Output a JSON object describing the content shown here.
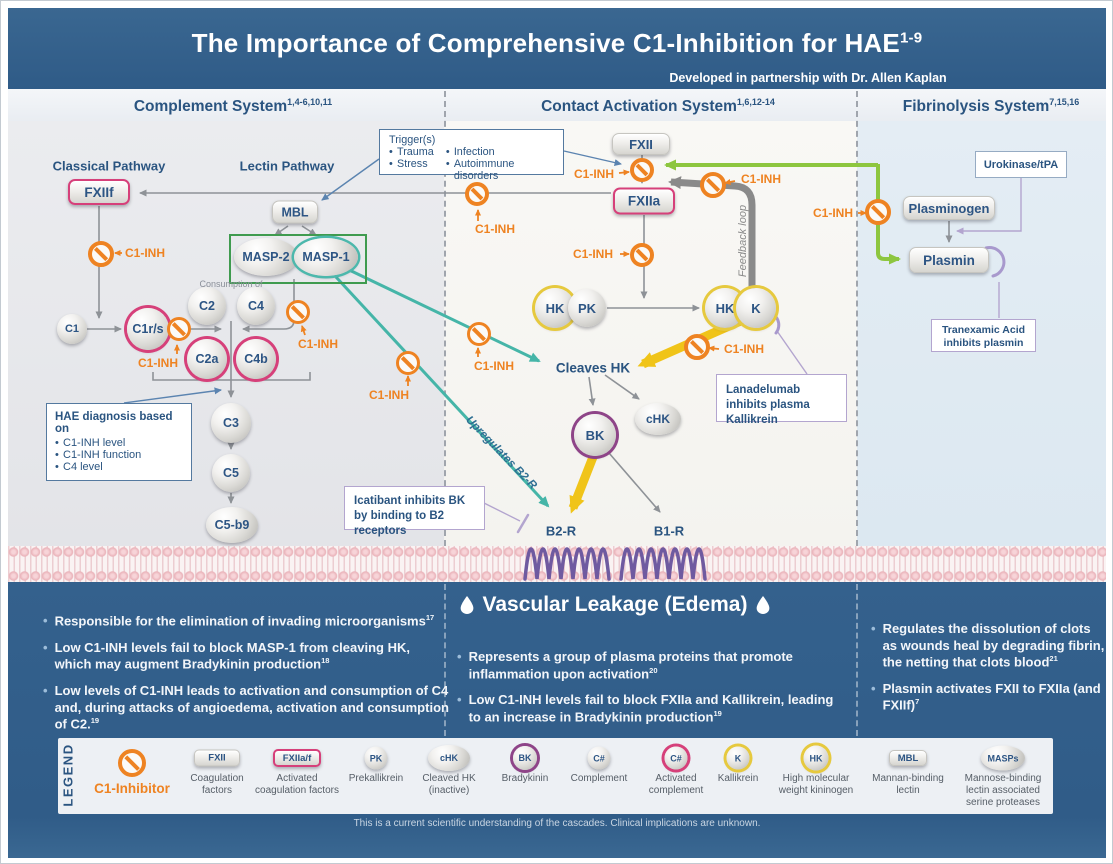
{
  "banner": {
    "title": "The Importance of Comprehensive C1-Inhibition for HAE",
    "title_ref": "1-9",
    "subtitle": "Developed in partnership with Dr. Allen Kaplan"
  },
  "headers": {
    "complement": {
      "label": "Complement System",
      "ref": "1,4-6,10,11"
    },
    "contact": {
      "label": "Contact Activation System",
      "ref": "1,6,12-14"
    },
    "fibrinolysis": {
      "label": "Fibrinolysis System",
      "ref": "7,15,16"
    }
  },
  "labels": {
    "c1_inh": "C1-INH",
    "classical_pathway": "Classical Pathway",
    "lectin_pathway": "Lectin Pathway",
    "consumption_of": "Consumption of",
    "cleaves_hk": "Cleaves HK",
    "feedback_loop": "Feedback loop",
    "upregulates": "Upregulates B2-R",
    "b2r": "B2-R",
    "b1r": "B1-R"
  },
  "nodes": {
    "fxiif": "FXIIf",
    "mbl": "MBL",
    "masp2": "MASP-2",
    "masp1": "MASP-1",
    "c1": "C1",
    "c1rs": "C1r/s",
    "c2": "C2",
    "c4": "C4",
    "c2a": "C2a",
    "c4b": "C4b",
    "c3": "C3",
    "c5": "C5",
    "c5b9": "C5-b9",
    "fxii": "FXII",
    "fxiia": "FXIIa",
    "hk": "HK",
    "pk": "PK",
    "k": "K",
    "bk": "BK",
    "chk": "cHK",
    "plasminogen": "Plasminogen",
    "plasmin": "Plasmin"
  },
  "boxes": {
    "trigger": {
      "title": "Trigger(s)",
      "col1": [
        "Trauma",
        "Stress"
      ],
      "col2": [
        "Infection",
        "Autoimmune disorders"
      ]
    },
    "hae": {
      "title": "HAE diagnosis based on",
      "items": [
        "C1-INH level",
        "C1-INH function",
        "C4 level"
      ]
    },
    "lanadelumab": "Lanadelumab inhibits plasma Kallikrein",
    "icatibant": "Icatibant inhibits BK by binding to B2 receptors",
    "urokinase": "Urokinase/tPA",
    "tranexamic": "Tranexamic Acid inhibits plasmin"
  },
  "vascular_title": "Vascular Leakage (Edema)",
  "bullets": {
    "left": [
      {
        "text": "Responsible for the elimination of invading microorganisms",
        "ref": "17"
      },
      {
        "text": "Low C1-INH levels fail to block MASP-1 from cleaving HK, which may augment Bradykinin production",
        "ref": "18"
      },
      {
        "text": "Low levels of C1-INH leads to activation and consumption of C4 and, during attacks of angioedema, activation and consumption of C2.",
        "ref": "19"
      }
    ],
    "middle": [
      {
        "text": "Represents a group of plasma proteins that promote inflammation upon activation",
        "ref": "20"
      },
      {
        "text": "Low C1-INH levels fail to block FXIIa and Kallikrein, leading to an increase in Bradykinin production",
        "ref": "19"
      }
    ],
    "right": [
      {
        "text": "Regulates the dissolution of clots as wounds heal by degrading fibrin, the netting that clots blood",
        "ref": "21"
      },
      {
        "text": "Plasmin activates FXII to FXIIa (and FXIIf)",
        "ref": "7"
      }
    ]
  },
  "legend": {
    "title": "LEGEND",
    "items": [
      {
        "icon": "",
        "label": "C1-Inhibitor"
      },
      {
        "icon": "FXII",
        "label": "Coagulation factors"
      },
      {
        "icon": "FXIIa/f",
        "label": "Activated coagulation factors"
      },
      {
        "icon": "PK",
        "label": "Prekallikrein"
      },
      {
        "icon": "cHK",
        "label": "Cleaved HK (inactive)"
      },
      {
        "icon": "BK",
        "label": "Bradykinin"
      },
      {
        "icon": "C#",
        "label": "Complement"
      },
      {
        "icon": "C#",
        "label": "Activated complement"
      },
      {
        "icon": "K",
        "label": "Kallikrein"
      },
      {
        "icon": "HK",
        "label": "High molecular weight kininogen"
      },
      {
        "icon": "MBL",
        "label": "Mannan-binding lectin"
      },
      {
        "icon": "MASPs",
        "label": "Mannose-binding lectin associated serine proteases"
      }
    ]
  },
  "footer": {
    "disclaimer": "This is a current scientific understanding of the cascades. Clinical implications are unknown."
  },
  "colors": {
    "banner_navy": "#2f5b87",
    "text_navy": "#2a5480",
    "orange": "#ee8322",
    "pink": "#d6407a",
    "teal": "#45b5a8",
    "green": "#8dc63f",
    "green_box": "#3f9b4f",
    "yellow": "#f0c419",
    "purple": "#8e4488",
    "lavender": "#b3a5cf",
    "gray_line": "#8e9297",
    "membrane_pink": "#eab3ba"
  }
}
